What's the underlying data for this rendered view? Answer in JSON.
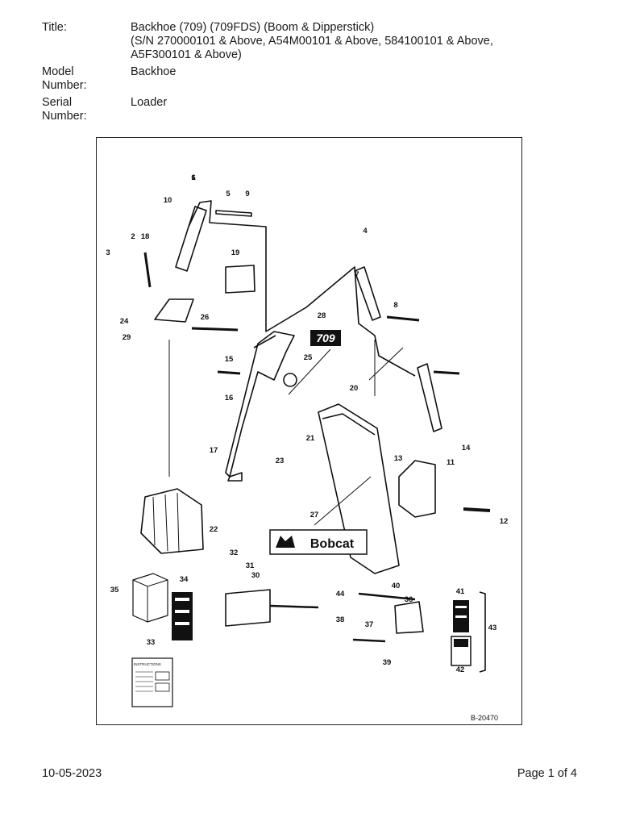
{
  "header": {
    "title_label": "Title:",
    "title_lines": [
      "Backhoe (709) (709FDS) (Boom & Dipperstick)",
      "(S/N 270000101 & Above, A54M00101 & Above, 584100101 & Above,",
      "A5F300101 & Above)"
    ],
    "model_label_lines": [
      "Model",
      "Number:"
    ],
    "model_value": "Backhoe",
    "serial_label_lines": [
      "Serial",
      "Number:"
    ],
    "serial_value": "Loader"
  },
  "diagram": {
    "model_badge": "709",
    "brand_text": "Bobcat",
    "drawing_number": "B-20470",
    "manual_label": "INSTRUCTIONS",
    "callouts": [
      "1",
      "2",
      "3",
      "4",
      "5",
      "6",
      "7",
      "8",
      "9",
      "10",
      "11",
      "12",
      "13",
      "14",
      "15",
      "16",
      "17",
      "18",
      "19",
      "20",
      "21",
      "22",
      "23",
      "24",
      "25",
      "26",
      "27",
      "28",
      "29",
      "30",
      "31",
      "32",
      "33",
      "34",
      "35",
      "36",
      "37",
      "38",
      "39",
      "40",
      "41",
      "42",
      "43",
      "44"
    ]
  },
  "footer": {
    "date": "10-05-2023",
    "page": "Page 1 of 4"
  }
}
